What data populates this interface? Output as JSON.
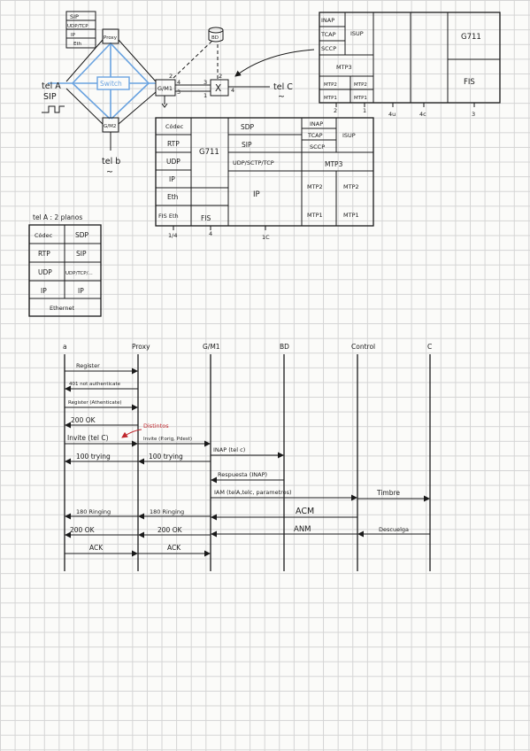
{
  "network": {
    "proxy_stack": [
      "SIP",
      "UDP/TCP",
      "IP",
      "Eth"
    ],
    "proxy_label": "Proxy",
    "switch_label": "Switch",
    "gm1_label": "G/M1",
    "gm2_label": "G/M2",
    "bd_label": "BD",
    "cross_symbol": "X",
    "tel_a": [
      "tel A",
      "SIP"
    ],
    "tel_b": "tel b",
    "tel_c": "tel C",
    "tilde": "~",
    "ports": {
      "p2a": "2",
      "p4a": "4",
      "p3a": "3",
      "p3b": "3",
      "p4b": "4",
      "p1": "1",
      "p2b": "2",
      "p4c": "4"
    }
  },
  "ss7_stack": {
    "cells": [
      "INAP",
      "TCAP",
      "SCCP",
      "ISUP",
      "MTP3",
      "MTP2",
      "MTP2",
      "MTP1",
      "MTP1",
      "G711",
      "FIS"
    ],
    "bottom_labels": [
      "2",
      "1",
      "4u",
      "4c",
      "3"
    ]
  },
  "gateway_stack": {
    "left": [
      "Códec",
      "RTP",
      "UDP",
      "IP",
      "Eth",
      "FIS Eth"
    ],
    "g711": "G711",
    "fis": "FIS",
    "sdp": "SDP",
    "sip": "SIP",
    "udp_sctp": "UDP/SCTP/TCP",
    "ip": "IP",
    "inap": "INAP",
    "tcap": "TCAP",
    "sccp": "SCCP",
    "isup": "ISUP",
    "mtp3": "MTP3",
    "mtp2a": "MTP2",
    "mtp2b": "MTP2",
    "mtp1a": "MTP1",
    "mtp1b": "MTP1",
    "bottom_labels": [
      "1/4",
      "4",
      "1C"
    ]
  },
  "tel_a_planes": {
    "title": "tel A : 2 planos",
    "rows": [
      [
        "Códec",
        "SDP"
      ],
      [
        "RTP",
        "SIP"
      ],
      [
        "UDP",
        "UDP/TCP/..."
      ],
      [
        "IP",
        "IP"
      ]
    ],
    "footer": "Ethernet"
  },
  "sequence": {
    "lanes": [
      "a",
      "Proxy",
      "G/M1",
      "BD",
      "Control",
      "C"
    ],
    "messages": {
      "register": "Register",
      "not_auth": "401 not authenticate",
      "register_auth": "Register (Athenticate)",
      "ok200a": "200   OK",
      "invite_a": "Invite (tel C)",
      "distintos": "Distintos",
      "invite_p": "Invite (P.orig, Pdest)",
      "inap": "INAP (tel c)",
      "trying_a": "100  trying",
      "trying_b": "100  trying",
      "respuesta": "Respuesta (INAP)",
      "iam": "IAM (telA,telc,    parametros)",
      "timbre": "Timbre",
      "ringing_a": "180  Ringing",
      "ringing_b": "180  Ringing",
      "acm": "ACM",
      "anm": "ANM",
      "descuelga": "Descuelga",
      "ok200b": "200    OK",
      "ok200c": "200  OK",
      "ack_a": "ACK",
      "ack_b": "ACK"
    }
  },
  "colors": {
    "ink": "#1a1a1a",
    "switch_blue": "#6aa3e0",
    "note_red": "#c0272d"
  }
}
